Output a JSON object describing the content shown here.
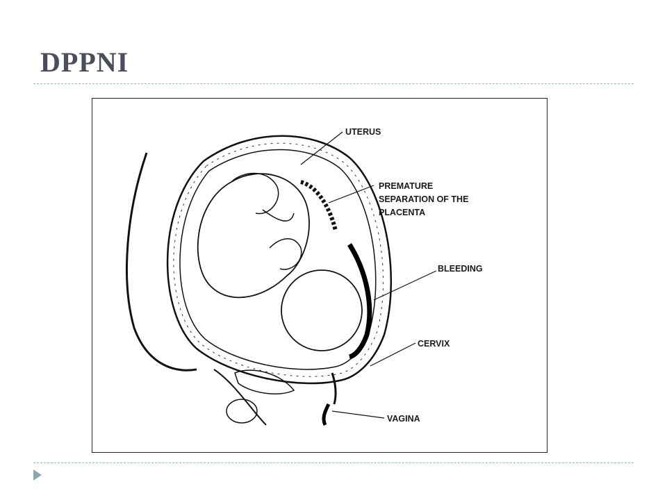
{
  "slide": {
    "title": "DPPNI"
  },
  "diagram": {
    "labels": {
      "uterus": "UTERUS",
      "placenta_line1": "PREMATURE",
      "placenta_line2": "SEPARATION OF THE",
      "placenta_line3": "PLACENTA",
      "bleeding": "BLEEDING",
      "cervix": "CERVIX",
      "vagina": "VAGINA"
    }
  },
  "colors": {
    "title": "#4a4d5c",
    "divider": "#9fb6c2",
    "bullet": "#8ea6b4",
    "ink": "#1a1a1a"
  }
}
